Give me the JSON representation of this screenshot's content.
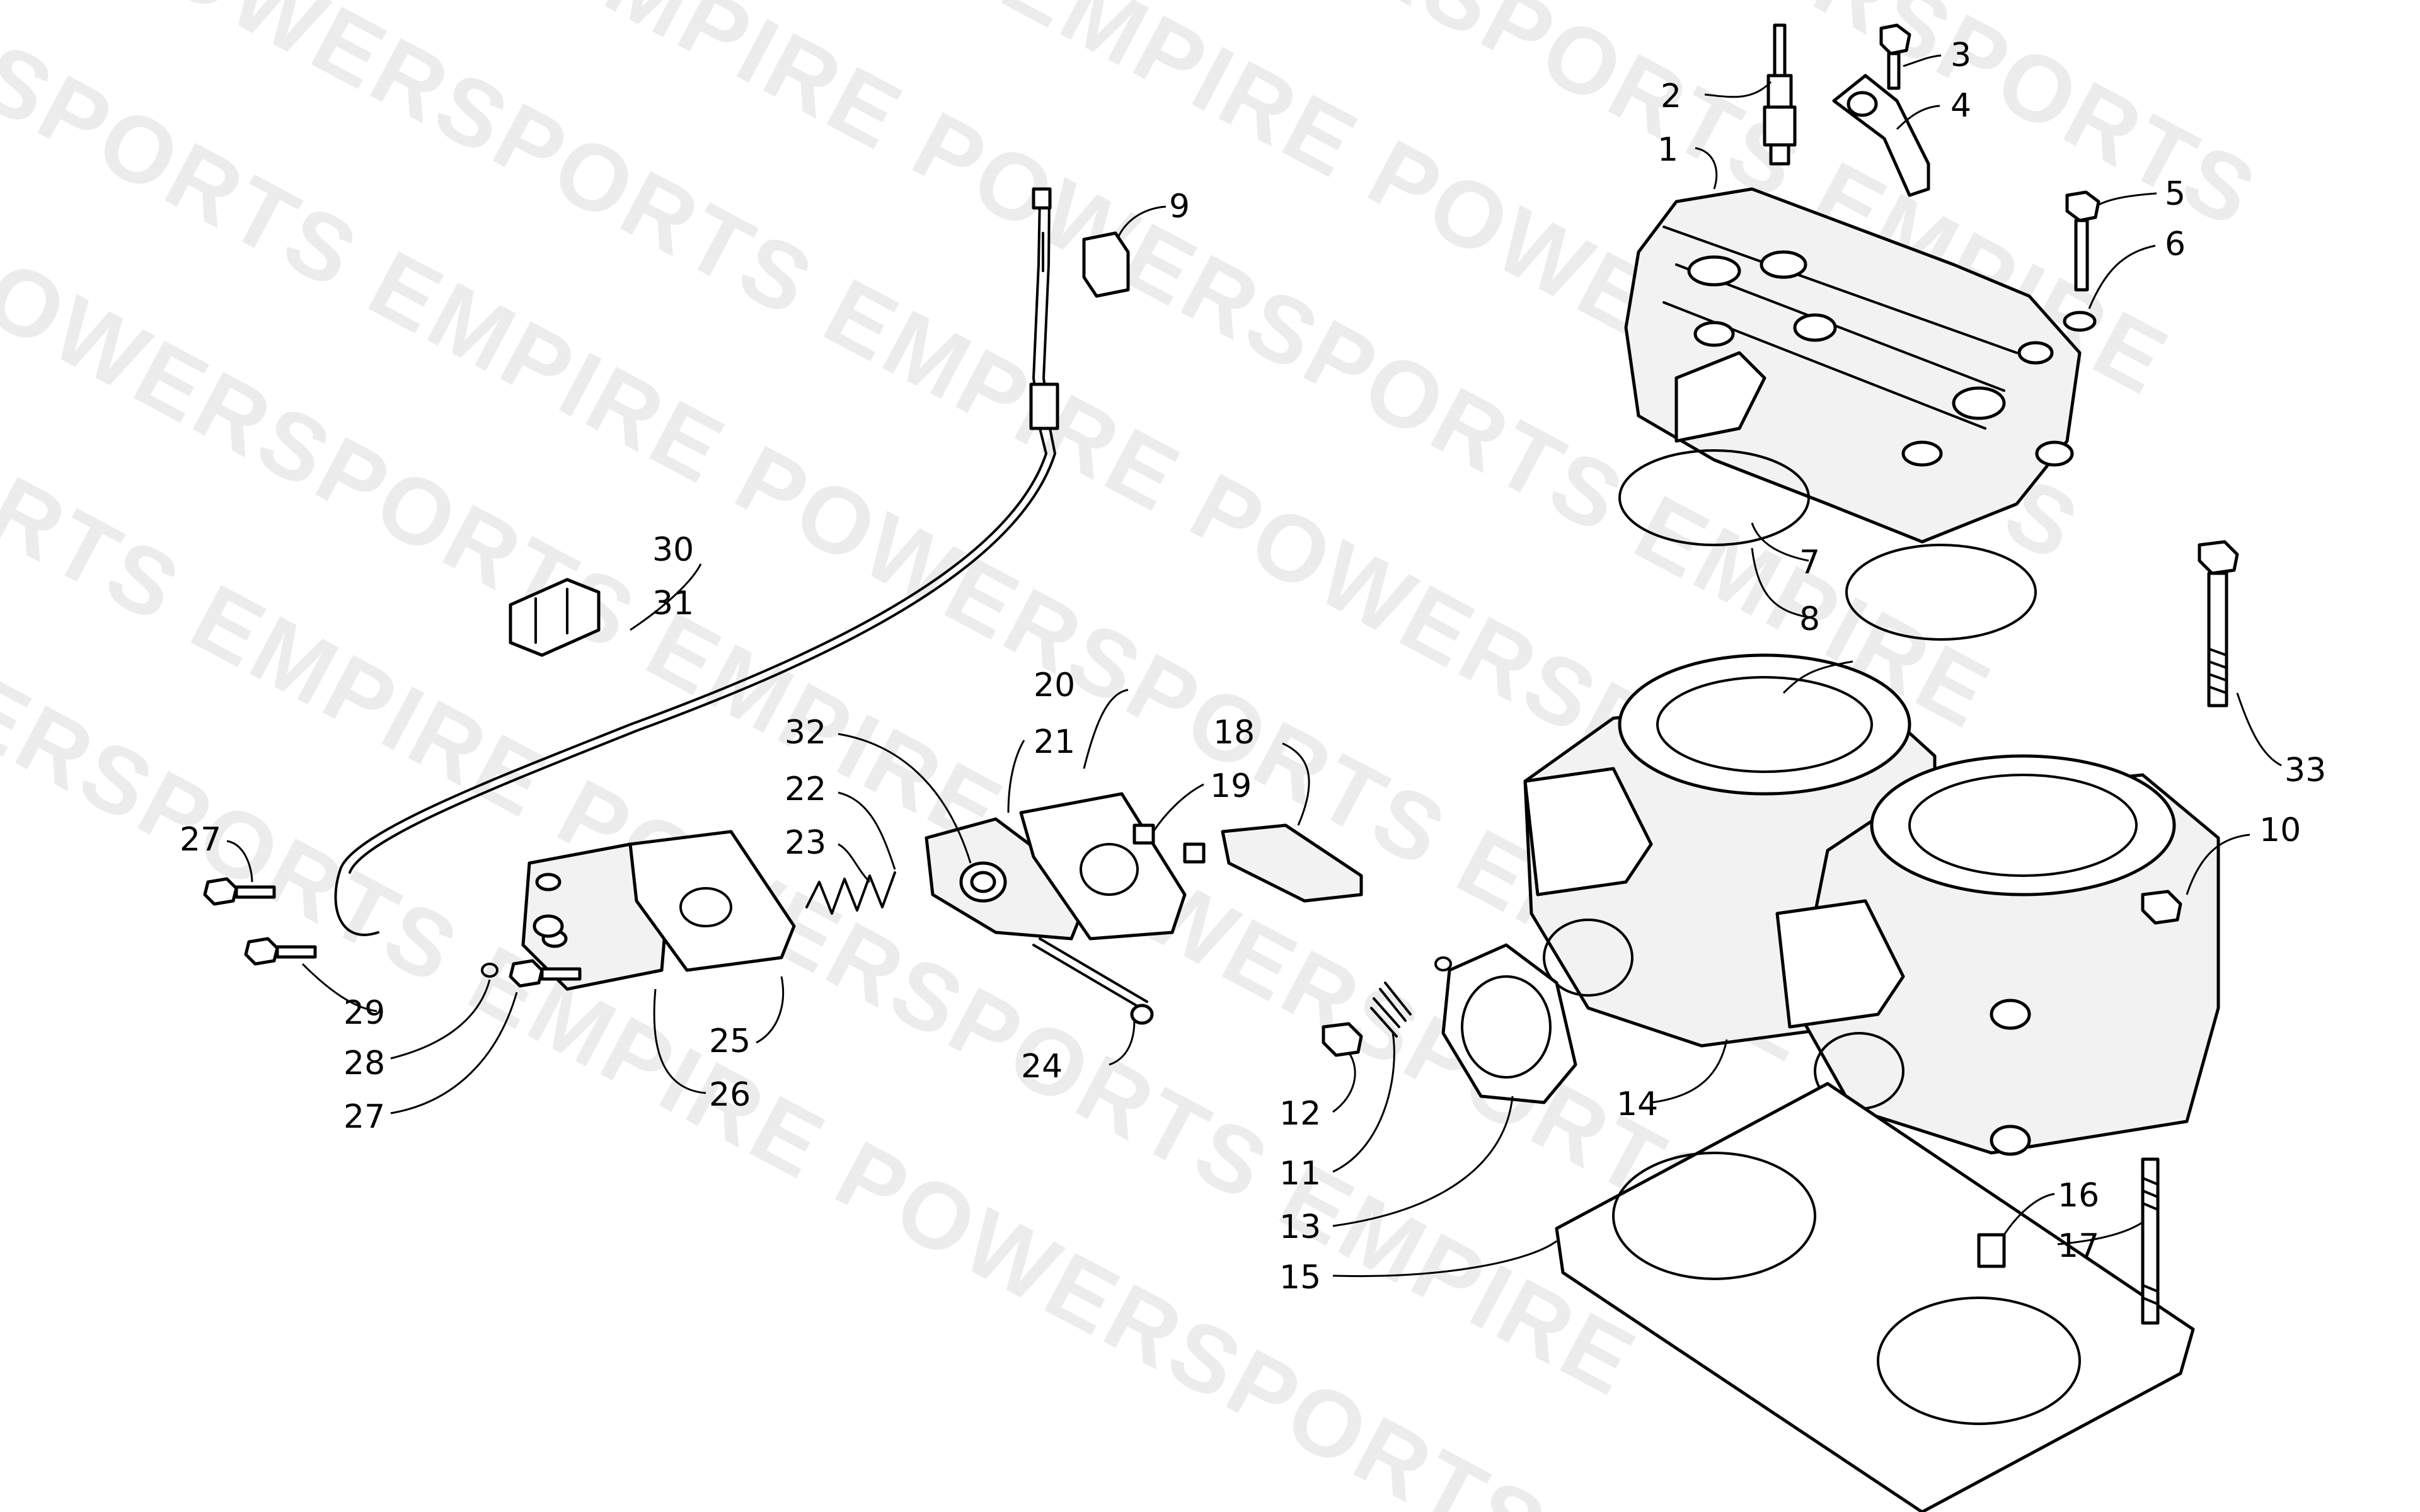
{
  "watermark": {
    "lines": [
      "EMPIRE POWERSPORTS EMPIRE POWERSPORTS",
      "POWERSPORTS EMPIRE POWERSPORTS EMPIRE",
      "EMPIRE POWERSPORTS EMPIRE POWERSPORTS",
      "POWERSPORTS EMPIRE POWERSPORTS EMPIRE",
      "EMPIRE POWERSPORTS EMPIRE POWERSPORTS",
      "POWERSPORTS EMPIRE POWERSPORTS EMPIRE",
      "EMPIRE POWERSPORTS EMPIRE POWERSPORTS",
      "POWERSPORTS EMPIRE POWERSPORTS EMPIRE",
      "EMPIRE POWERSPORTS EMPIRE POWERSPORTS"
    ]
  },
  "callouts": {
    "c1": "1",
    "c2": "2",
    "c3": "3",
    "c4": "4",
    "c5": "5",
    "c6": "6",
    "c7": "7",
    "c8": "8",
    "c9": "9",
    "c10": "10",
    "c11": "11",
    "c12": "12",
    "c13": "13",
    "c14": "14",
    "c15": "15",
    "c16": "16",
    "c17": "17",
    "c18": "18",
    "c19": "19",
    "c20": "20",
    "c21": "21",
    "c22": "22",
    "c23": "23",
    "c24": "24",
    "c25": "25",
    "c26": "26",
    "c27a": "27",
    "c27b": "27",
    "c28": "28",
    "c29": "29",
    "c30": "30",
    "c31": "31",
    "c32": "32",
    "c33": "33"
  }
}
